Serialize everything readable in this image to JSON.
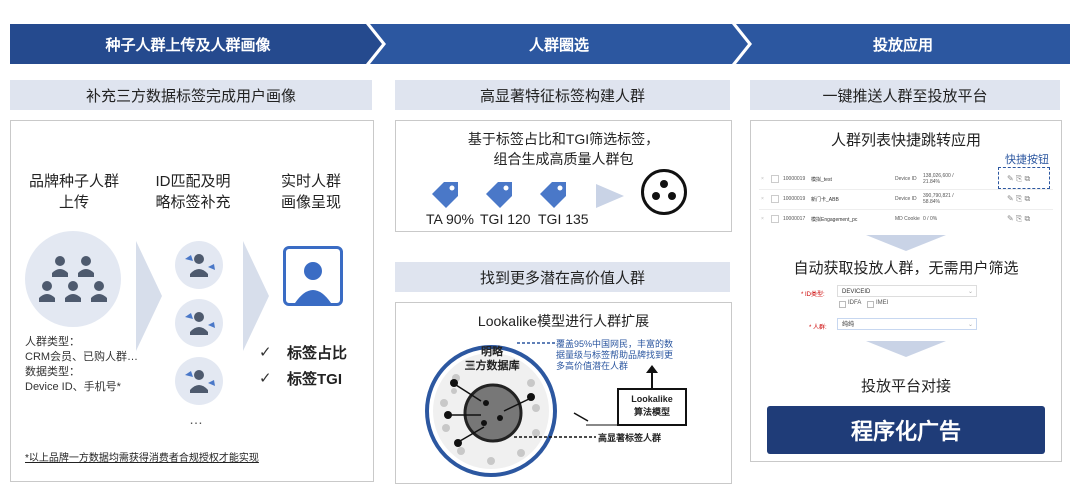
{
  "stages": [
    {
      "title": "种子人群上传及人群画像"
    },
    {
      "title": "人群圈选"
    },
    {
      "title": "投放应用"
    }
  ],
  "subtitles": {
    "left": "补充三方数据标签完成用户画像",
    "mid_top": "高显著特征标签构建人群",
    "mid_bottom": "找到更多潜在高价值人群",
    "right": "一键推送人群至投放平台"
  },
  "left_panel": {
    "col1_title_line1": "品牌种子人群",
    "col1_title_line2": "上传",
    "col2_title_line1": "ID匹配及明",
    "col2_title_line2": "略标签补充",
    "col3_title_line1": "实时人群",
    "col3_title_line2": "画像呈现",
    "crowd_type_label": "人群类型：",
    "crowd_type_value": "CRM会员、已购人群…",
    "data_type_label": "数据类型：",
    "data_type_value": "Device ID、手机号*",
    "ellipsis": "…",
    "check1": "标签占比",
    "check2": "标签TGI",
    "footnote": "*以上品牌一方数据均需获得消费者合规授权才能实现"
  },
  "mid_top_panel": {
    "desc_line1": "基于标签占比和TGI筛选标签，",
    "desc_line2": "组合生成高质量人群包",
    "tag1": "TA 90%",
    "tag2": "TGI 120",
    "tag3": "TGI 135"
  },
  "mid_bottom_panel": {
    "title": "Lookalike模型进行人群扩展",
    "db_line1": "明略",
    "db_line2": "三方数据库",
    "note_line1": "覆盖95%中国网民，丰富的数",
    "note_line2": "据量级与标签帮助品牌找到更",
    "note_line3": "多高价值潜在人群",
    "model_line1": "Lookalike",
    "model_line2": "算法模型",
    "seed_label": "高显著标签人群"
  },
  "right_panel": {
    "title": "人群列表快捷跳转应用",
    "shortcut_label": "快捷按钮",
    "rows": [
      {
        "id": "10000019",
        "name": "模拟_test",
        "type": "Device ID",
        "count": "138,026,600 / 21.84%"
      },
      {
        "id": "10000019",
        "name": "新门卡_ABB",
        "type": "Device ID",
        "count": "390,790,821 / 58.84%"
      },
      {
        "id": "10000017",
        "name": "模拟Engagement_pc",
        "type": "MD Cookie",
        "count": "0 / 0%"
      }
    ],
    "auto_text": "自动获取投放人群，无需用户筛选",
    "form_id_label": "* ID类型:",
    "form_id_value": "DEVICEID",
    "form_opt1": "IDFA",
    "form_opt2": "IMEI",
    "form_crowd_label": "* 人群:",
    "form_crowd_value": "纯纯",
    "connect_text": "投放平台对接",
    "program_button": "程序化广告"
  },
  "colors": {
    "header_dark": "#254a8e",
    "header": "#2c57a0",
    "sub_bg": "#dfe4ef",
    "tag_blue": "#4a78c8",
    "button_dark": "#1f3c78"
  }
}
